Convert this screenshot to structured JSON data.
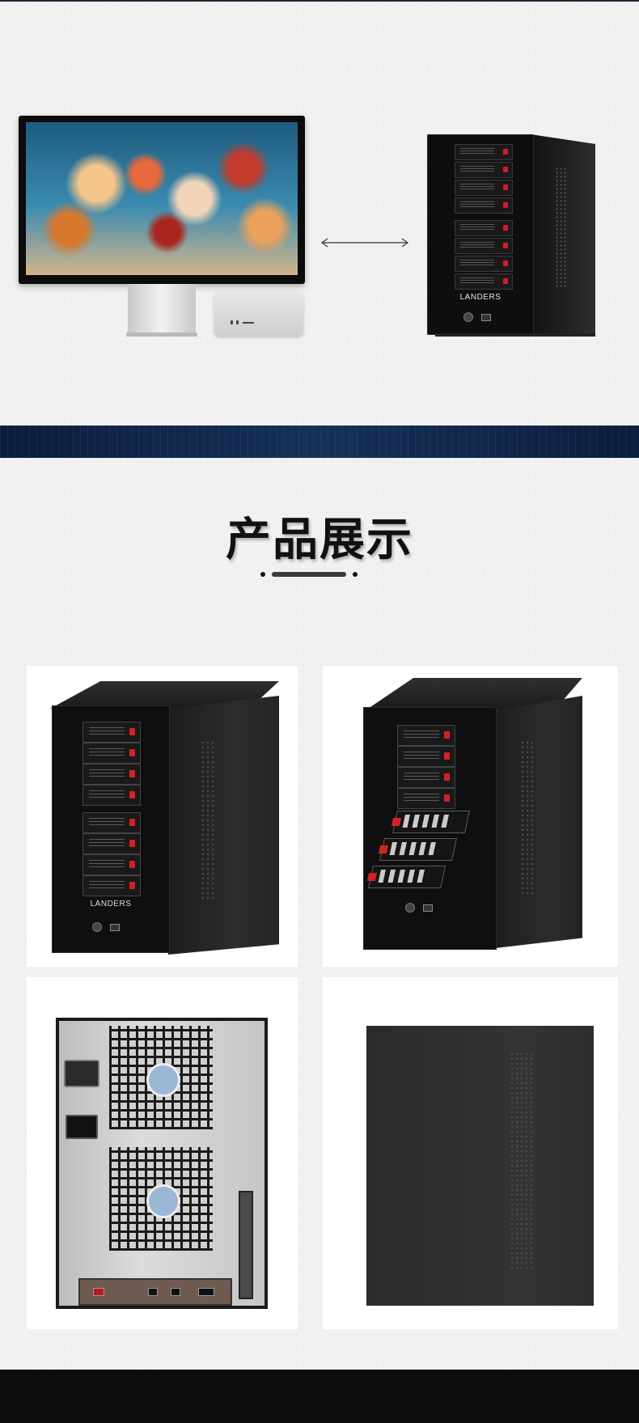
{
  "hero": {
    "brand": "LANDERS"
  },
  "section": {
    "title": "产品展示"
  },
  "products": {
    "front_brand": "LANDERS"
  },
  "colors": {
    "banner": "#132a52",
    "bay_light": "#d21f1f",
    "chassis": "#0f0f0f"
  }
}
